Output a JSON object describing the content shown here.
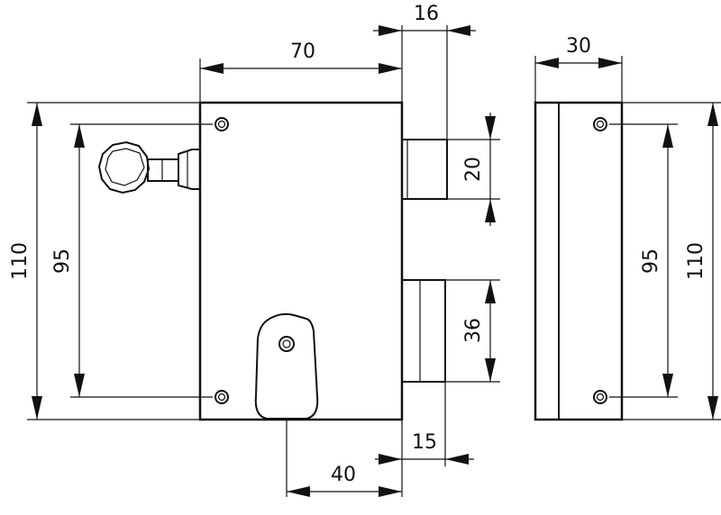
{
  "front_view": {
    "width_label": "70",
    "bolt_projection_label": "16",
    "bolt_height_label": "20",
    "latch_height_label": "36",
    "latch_projection_label": "15",
    "keyhole_offset_label": "40",
    "overall_height_label": "110",
    "hole_spacing_label": "95"
  },
  "side_view": {
    "depth_label": "30",
    "hole_spacing_label": "95",
    "overall_height_label": "110"
  }
}
